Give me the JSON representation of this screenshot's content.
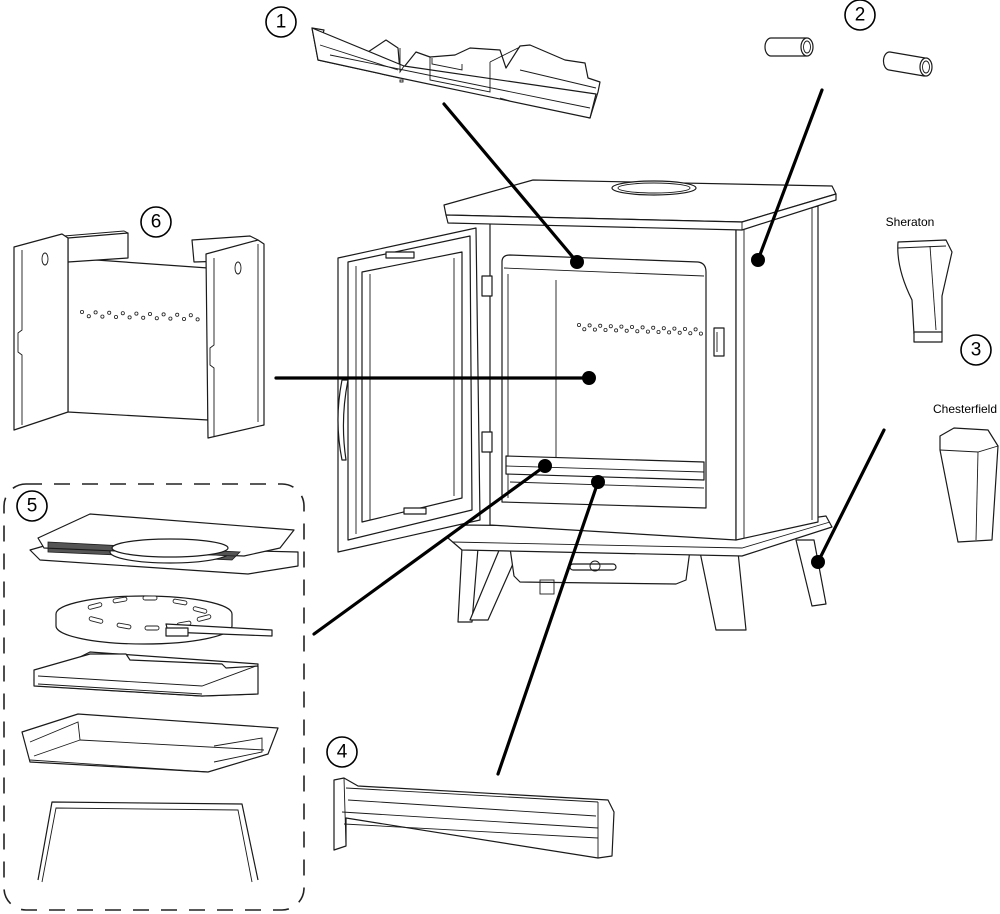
{
  "diagram": {
    "title": "Stove exploded parts diagram",
    "callouts": [
      {
        "number": "1",
        "part": "baffle-plate"
      },
      {
        "number": "2",
        "part": "flue-spigot-plugs"
      },
      {
        "number": "3",
        "part": "legs"
      },
      {
        "number": "4",
        "part": "log-guard"
      },
      {
        "number": "5",
        "part": "grate-and-ashpan-assembly"
      },
      {
        "number": "6",
        "part": "firebox-liners"
      }
    ],
    "leg_variants": [
      {
        "label": "Sheraton"
      },
      {
        "label": "Chesterfield"
      }
    ],
    "colors": {
      "line": "#1a1a1a",
      "background": "#ffffff",
      "leader": "#000000"
    }
  }
}
